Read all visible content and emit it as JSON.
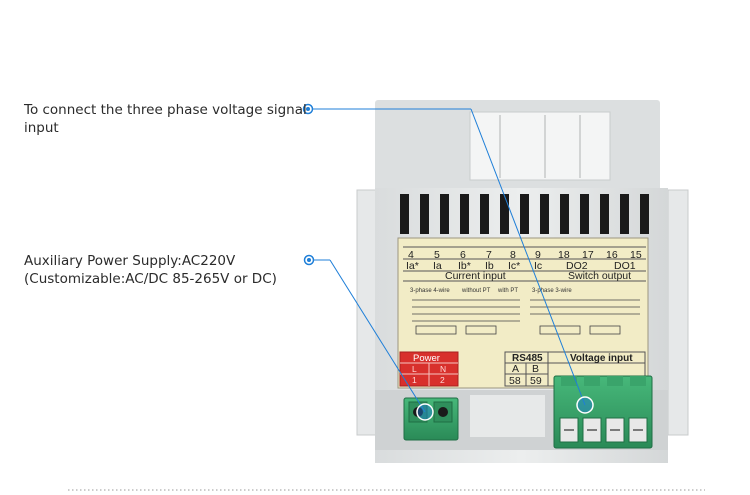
{
  "callouts": {
    "voltage_line1": "To connect the three phase voltage signal",
    "voltage_line2": "input",
    "power_line1": "Auxiliary Power Supply:AC220V",
    "power_line2": "(Customizable:AC/DC 85-265V or DC)"
  },
  "label": {
    "terminal_numbers": [
      "4",
      "5",
      "6",
      "7",
      "8",
      "9",
      "18",
      "17",
      "16",
      "15"
    ],
    "signal_names": [
      "Ia*",
      "Ia",
      "Ib*",
      "Ib",
      "Ic*",
      "Ic",
      "DO2",
      "DO1"
    ],
    "current_input": "Current input",
    "switch_output": "Switch output",
    "wiring_left_title": "3-phase 4-wire",
    "wiring_without_pt": "without PT",
    "wiring_with_pt": "with PT",
    "wiring_right_title": "3-phase 3-wire",
    "rs485": "RS485",
    "rs485_a": "A",
    "rs485_b": "B",
    "rs485_58": "58",
    "rs485_59": "59",
    "voltage_input": "Voltage input",
    "power": "Power",
    "power_l": "L",
    "power_n": "N",
    "power_1": "1",
    "power_2": "2"
  },
  "colors": {
    "accent_blue": "#1f7fd8",
    "terminal_green": "#33a36a",
    "label_cream": "#f2ecc6",
    "power_red": "#d8302c"
  }
}
